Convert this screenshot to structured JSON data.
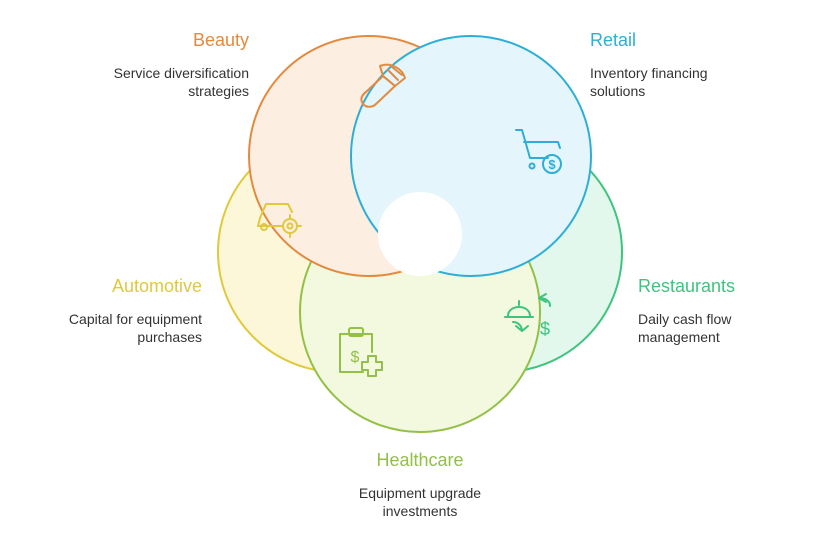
{
  "segments": [
    {
      "id": "beauty",
      "title": "Beauty",
      "desc_lines": [
        "Service diversification",
        "strategies"
      ],
      "color": "#e38a3e",
      "fill": "#fdeee2",
      "icon": "brush-icon"
    },
    {
      "id": "retail",
      "title": "Retail",
      "desc_lines": [
        "Inventory financing",
        "solutions"
      ],
      "color": "#2eaed6",
      "fill": "#e4f6fc",
      "icon": "shopping-cart-dollar-icon"
    },
    {
      "id": "restaurants",
      "title": "Restaurants",
      "desc_lines": [
        "Daily cash flow",
        "management"
      ],
      "color": "#3ec47e",
      "fill": "#e3f8ec",
      "icon": "cloche-cash-flow-icon"
    },
    {
      "id": "healthcare",
      "title": "Healthcare",
      "desc_lines": [
        "Equipment upgrade",
        "investments"
      ],
      "color": "#93c046",
      "fill": "#f2f9df",
      "icon": "medical-clipboard-dollar-icon"
    },
    {
      "id": "automotive",
      "title": "Automotive",
      "desc_lines": [
        "Capital for equipment",
        "purchases"
      ],
      "color": "#e0c93a",
      "fill": "#fdf7d9",
      "icon": "car-gear-icon"
    }
  ]
}
